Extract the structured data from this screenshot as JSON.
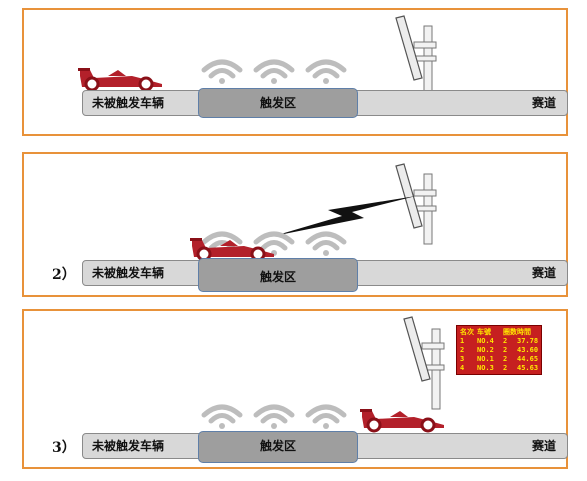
{
  "labels": {
    "untriggered_car": "未被触发车辆",
    "trigger_zone": "触发区",
    "track": "赛道"
  },
  "steps": {
    "step2": "2）",
    "step3": "3）"
  },
  "scoreboard": {
    "headers": [
      "名次",
      "车號",
      "圈数",
      "時間"
    ],
    "rows": [
      [
        "1",
        "NO.4",
        "2",
        "37.78"
      ],
      [
        "2",
        "NO.2",
        "2",
        "43.60"
      ],
      [
        "3",
        "NO.1",
        "2",
        "44.65"
      ],
      [
        "4",
        "NO.3",
        "2",
        "45.63"
      ]
    ]
  },
  "colors": {
    "panel_border": "#e8923a",
    "car": "#b3202a",
    "scoreboard_bg": "#c62020",
    "scoreboard_text": "#ffe600"
  }
}
